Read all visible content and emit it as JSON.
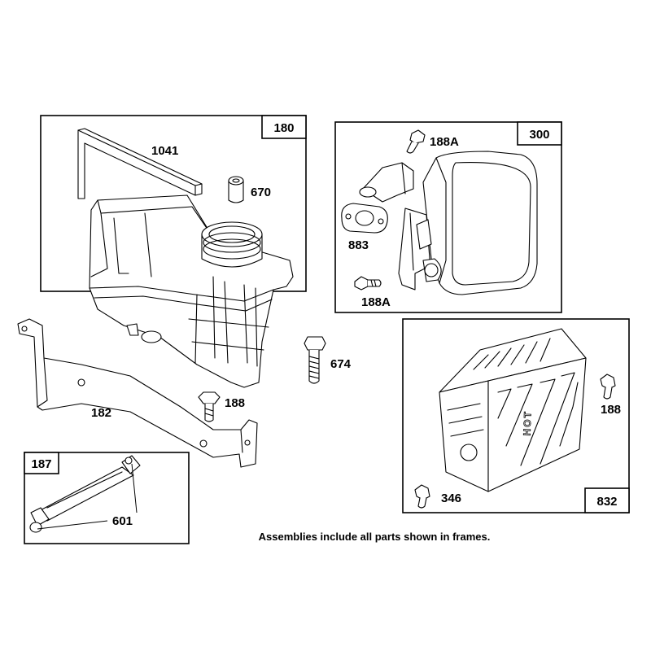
{
  "frames": {
    "f180": "180",
    "f300": "300",
    "f187": "187",
    "f832": "832"
  },
  "labels": {
    "p1041": "1041",
    "p670": "670",
    "p674": "674",
    "p182": "182",
    "p188_left": "188",
    "p188A_top": "188A",
    "p883": "883",
    "p188A_bottom": "188A",
    "p188_right": "188",
    "p346": "346",
    "p601": "601"
  },
  "shield_text": "HOT",
  "caption": "Assemblies include all parts shown in frames."
}
